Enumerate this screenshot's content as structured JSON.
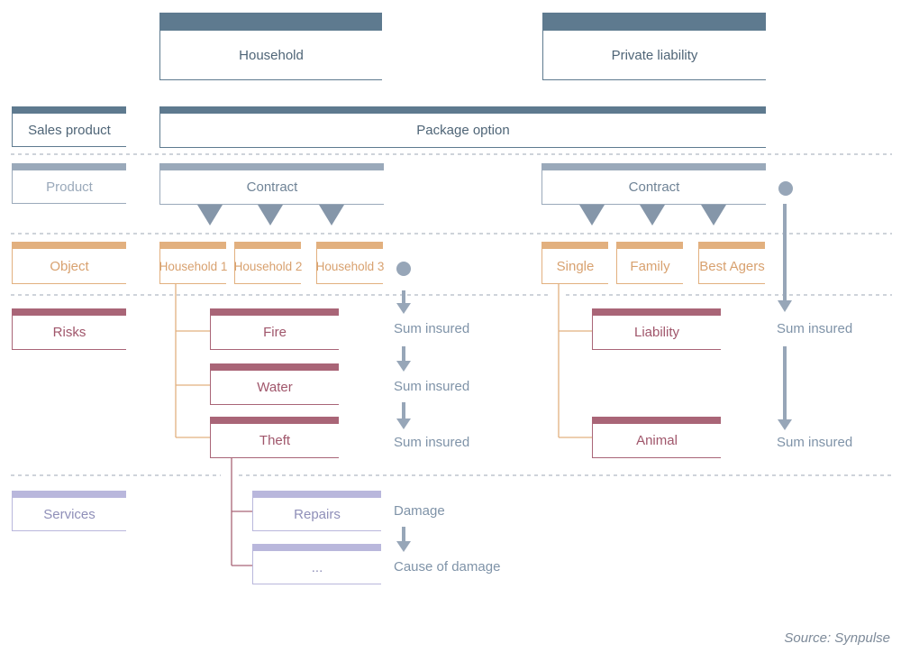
{
  "top": {
    "household": "Household",
    "private_liability": "Private liability"
  },
  "levels": {
    "sales_product": "Sales product",
    "product": "Product",
    "object": "Object",
    "risks": "Risks",
    "services": "Services"
  },
  "package_option": "Package option",
  "contracts": {
    "left": "Contract",
    "right": "Contract"
  },
  "objects_left": [
    "Household 1",
    "Household 2",
    "Household 3"
  ],
  "objects_right": [
    "Single",
    "Family",
    "Best Agers"
  ],
  "risks_left": [
    "Fire",
    "Water",
    "Theft"
  ],
  "risks_right": [
    "Liability",
    "Animal"
  ],
  "services_items": [
    "Repairs",
    "..."
  ],
  "annotations": {
    "sum_insured": "Sum insured",
    "damage": "Damage",
    "cause_of_damage": "Cause of damage"
  },
  "source": "Source: Synpulse",
  "colors": {
    "navy": "#5e7a8f",
    "gray": "#9aa9ba",
    "tan": "#e2b07f",
    "mauve": "#a96577",
    "lavender": "#b9b7dc",
    "arrow": "#97a6b8"
  }
}
